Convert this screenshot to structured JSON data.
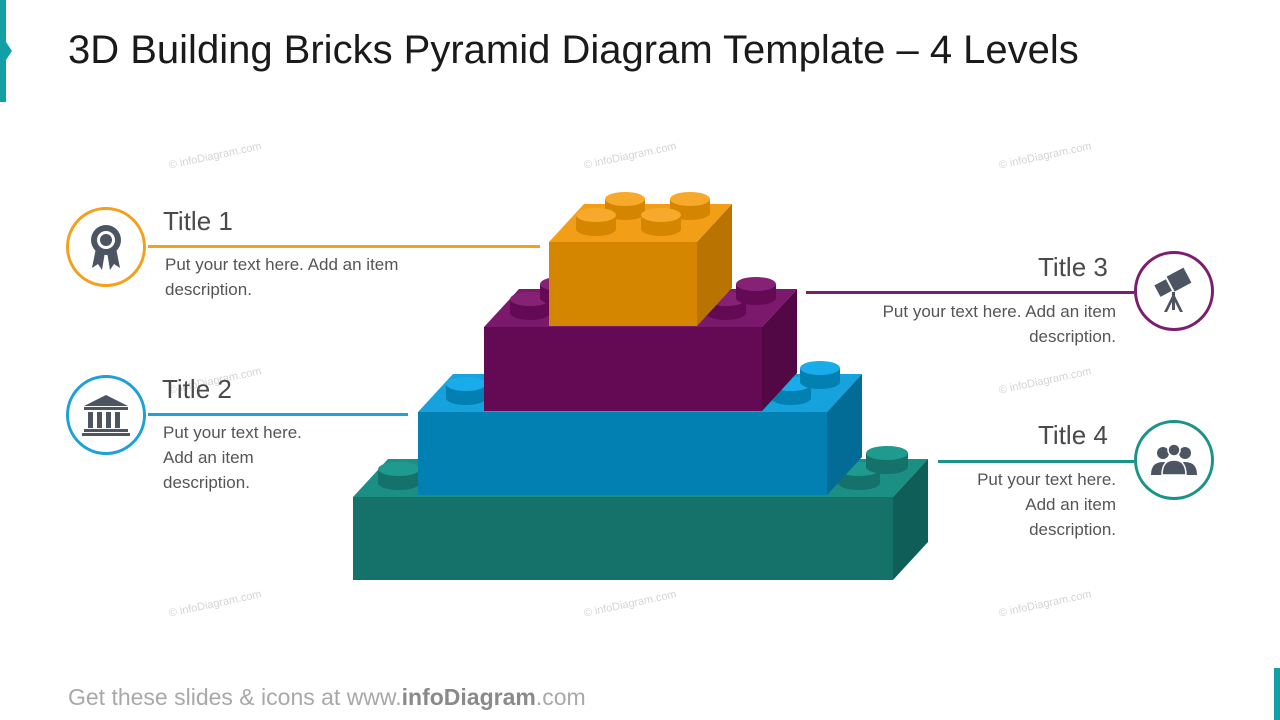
{
  "title": "3D Building Bricks Pyramid Diagram Template – 4 Levels",
  "watermark": "© infoDiagram.com",
  "footer": {
    "prefix": "Get these slides & icons at www.",
    "brand": "infoDiagram",
    "suffix": ".com"
  },
  "items": [
    {
      "title": "Title 1",
      "description": "Put your text here. Add an item description.",
      "color": "#f3a11d",
      "icon": "award-ribbon-icon"
    },
    {
      "title": "Title 2",
      "description": "Put your text here. Add an item description.",
      "color": "#1ea0d8",
      "icon": "bank-building-icon"
    },
    {
      "title": "Title 3",
      "description": "Put your text here. Add an item description.",
      "color": "#7b1e6e",
      "icon": "telescope-icon"
    },
    {
      "title": "Title 4",
      "description": "Put your text here. Add an item description.",
      "color": "#1a9488",
      "icon": "team-people-icon"
    }
  ],
  "bricks": [
    {
      "level": 4,
      "front": "#14726b",
      "top": "#1c8f85",
      "side": "#0f5e58"
    },
    {
      "level": 2,
      "front": "#0280b2",
      "top": "#16a2dc",
      "side": "#026c97"
    },
    {
      "level": 3,
      "front": "#640a55",
      "top": "#7b1a6c",
      "side": "#520845"
    },
    {
      "level": 1,
      "front": "#d58600",
      "top": "#f29e16",
      "side": "#b87300"
    }
  ]
}
